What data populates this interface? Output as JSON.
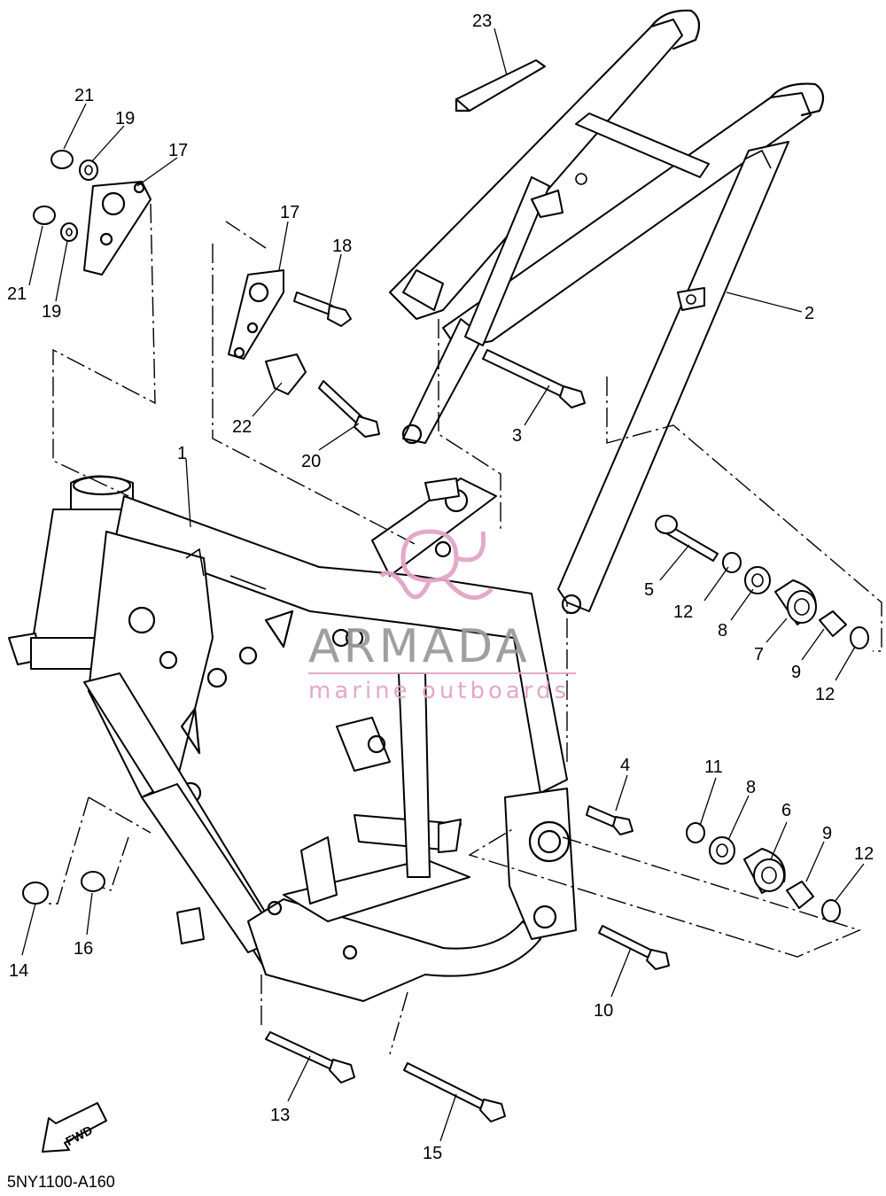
{
  "diagram": {
    "part_code": "5NY1100-A160",
    "fwd_label": "FWD",
    "watermark": {
      "title": "ARMADA",
      "subtitle": "marine outboards",
      "accent_color": "#e2a4c8"
    },
    "callouts": [
      {
        "id": "c23",
        "label": "23"
      },
      {
        "id": "c21a",
        "label": "21"
      },
      {
        "id": "c19a",
        "label": "19"
      },
      {
        "id": "c17a",
        "label": "17"
      },
      {
        "id": "c21b",
        "label": "21"
      },
      {
        "id": "c19b",
        "label": "19"
      },
      {
        "id": "c17b",
        "label": "17"
      },
      {
        "id": "c18",
        "label": "18"
      },
      {
        "id": "c2",
        "label": "2"
      },
      {
        "id": "c22",
        "label": "22"
      },
      {
        "id": "c20",
        "label": "20"
      },
      {
        "id": "c3",
        "label": "3"
      },
      {
        "id": "c1",
        "label": "1"
      },
      {
        "id": "c5",
        "label": "5"
      },
      {
        "id": "c12a",
        "label": "12"
      },
      {
        "id": "c8a",
        "label": "8"
      },
      {
        "id": "c7",
        "label": "7"
      },
      {
        "id": "c9a",
        "label": "9"
      },
      {
        "id": "c12b",
        "label": "12"
      },
      {
        "id": "c4",
        "label": "4"
      },
      {
        "id": "c11",
        "label": "11"
      },
      {
        "id": "c8b",
        "label": "8"
      },
      {
        "id": "c6",
        "label": "6"
      },
      {
        "id": "c9b",
        "label": "9"
      },
      {
        "id": "c12c",
        "label": "12"
      },
      {
        "id": "c14",
        "label": "14"
      },
      {
        "id": "c16",
        "label": "16"
      },
      {
        "id": "c10",
        "label": "10"
      },
      {
        "id": "c13",
        "label": "13"
      },
      {
        "id": "c15",
        "label": "15"
      }
    ]
  }
}
